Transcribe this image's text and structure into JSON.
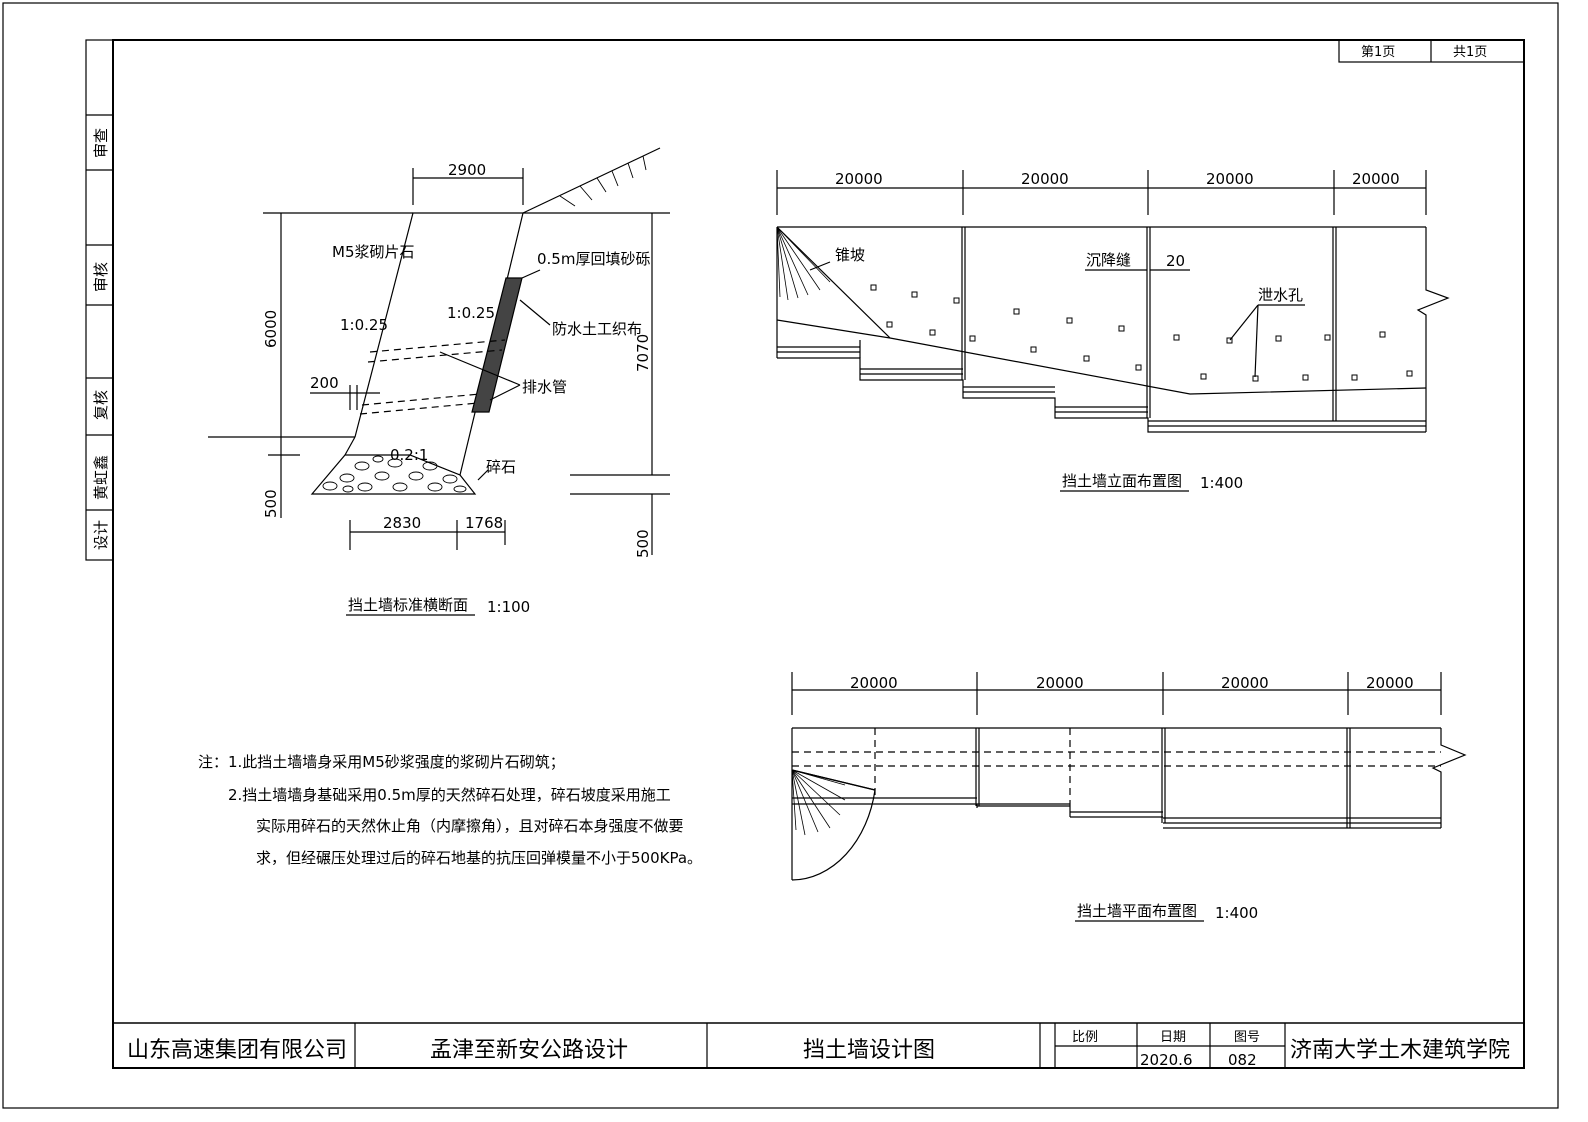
{
  "page_counter": {
    "current": "第1页",
    "total": "共1页"
  },
  "side_labels": [
    "审查",
    "审核",
    "复核",
    "黄虹鑫",
    "设计"
  ],
  "cross_section": {
    "title": "挡土墙标准横断面",
    "scale": "1:100",
    "dims": {
      "top_width": "2900",
      "height": "6000",
      "total_height": "7070",
      "base_depth_left": "500",
      "base_depth_right": "500",
      "step": "200",
      "base_left": "2830",
      "base_right": "1768"
    },
    "labels": {
      "material": "M5浆砌片石",
      "slope_left": "1:0.25",
      "slope_right": "1:0.25",
      "backfill": "0.5m厚回填砂砾",
      "geotextile": "防水土工织布",
      "drain_pipe": "排水管",
      "base_slope": "0.2:1",
      "gravel": "碎石"
    }
  },
  "elevation": {
    "title": "挡土墙立面布置图",
    "scale": "1:400",
    "dims": [
      "20000",
      "20000",
      "20000",
      "20000"
    ],
    "labels": {
      "cone_slope": "锥坡",
      "settlement_joint": "沉降缝",
      "joint_width": "20",
      "weep_hole": "泄水孔"
    }
  },
  "plan": {
    "title": "挡土墙平面布置图",
    "scale": "1:400",
    "dims": [
      "20000",
      "20000",
      "20000",
      "20000"
    ]
  },
  "notes": {
    "prefix": "注：",
    "lines": [
      "1.此挡土墙墙身采用M5砂浆强度的浆砌片石砌筑；",
      "2.挡土墙墙身基础采用0.5m厚的天然碎石处理，碎石坡度采用施工",
      "实际用碎石的天然休止角（内摩擦角），且对碎石本身强度不做要",
      "求，但经碾压处理过后的碎石地基的抗压回弹模量不小于500KPa。"
    ]
  },
  "title_block": {
    "company": "山东高速集团有限公司",
    "project": "孟津至新安公路设计",
    "drawing": "挡土墙设计图",
    "scale_label": "比例",
    "scale_value": "",
    "date_label": "日期",
    "date_value": "2020.6",
    "number_label": "图号",
    "number_value": "082",
    "school": "济南大学土木建筑学院"
  }
}
